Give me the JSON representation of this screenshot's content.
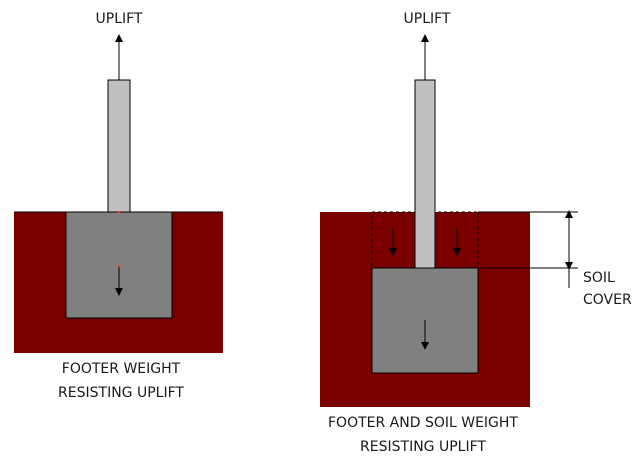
{
  "left": {
    "uplift_label": "UPLIFT",
    "caption_line1": "FOOTER WEIGHT",
    "caption_line2": "RESISTING UPLIFT"
  },
  "right": {
    "uplift_label": "UPLIFT",
    "caption_line1": "FOOTER AND SOIL WEIGHT",
    "caption_line2": "RESISTING UPLIFT",
    "dimension_label_line1": "SOIL",
    "dimension_label_line2": "COVER"
  },
  "colors": {
    "soil": "#7a0000",
    "footer": "#808080",
    "column": "#c0c0c0",
    "line": "#000000"
  }
}
